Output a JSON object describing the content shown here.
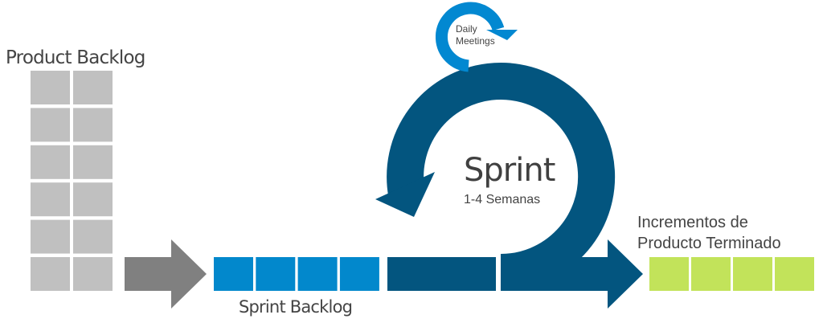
{
  "diagram": {
    "product_backlog": {
      "label": "Product Backlog",
      "rows": 6,
      "cols": 2,
      "color": "#c0c0c0"
    },
    "sprint_backlog": {
      "label": "Sprint Backlog",
      "items": 4,
      "color": "#0288cc"
    },
    "sprint": {
      "label": "Sprint",
      "duration": "1-4 Semanas",
      "color": "#03557f"
    },
    "daily": {
      "line1": "Daily",
      "line2": "Meetings",
      "color": "#0288d1"
    },
    "increments": {
      "line1": "Incrementos de",
      "line2": "Producto Terminado",
      "items": 4,
      "color": "#c2e35a"
    },
    "arrow_color": "#808080"
  }
}
